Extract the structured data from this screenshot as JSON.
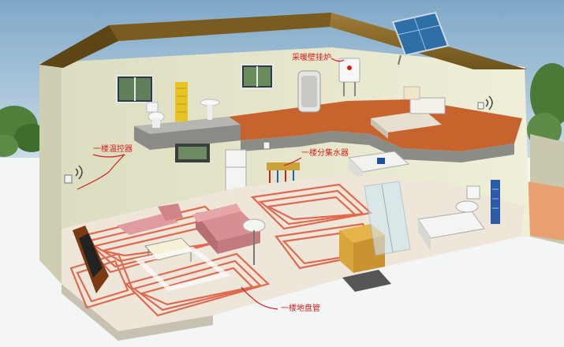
{
  "labels": {
    "boiler": "采暖壁挂炉",
    "thermostat": "一楼温控器",
    "manifold": "一楼分集水器",
    "floor_pipe": "一楼地盘管"
  },
  "colors": {
    "annotation": "#d4201c",
    "pipe": "#e0694e",
    "roof": "#8a6a2c",
    "wall": "#ecebd0",
    "floor_tile": "#c7642e"
  },
  "icons": [
    "solar-panel-icon",
    "wall-boiler-icon",
    "thermostat-icon",
    "manifold-icon",
    "sofa-icon",
    "bed-icon",
    "toilet-icon",
    "bathtub-icon",
    "tv-icon",
    "window-icon",
    "radiator-icon"
  ]
}
